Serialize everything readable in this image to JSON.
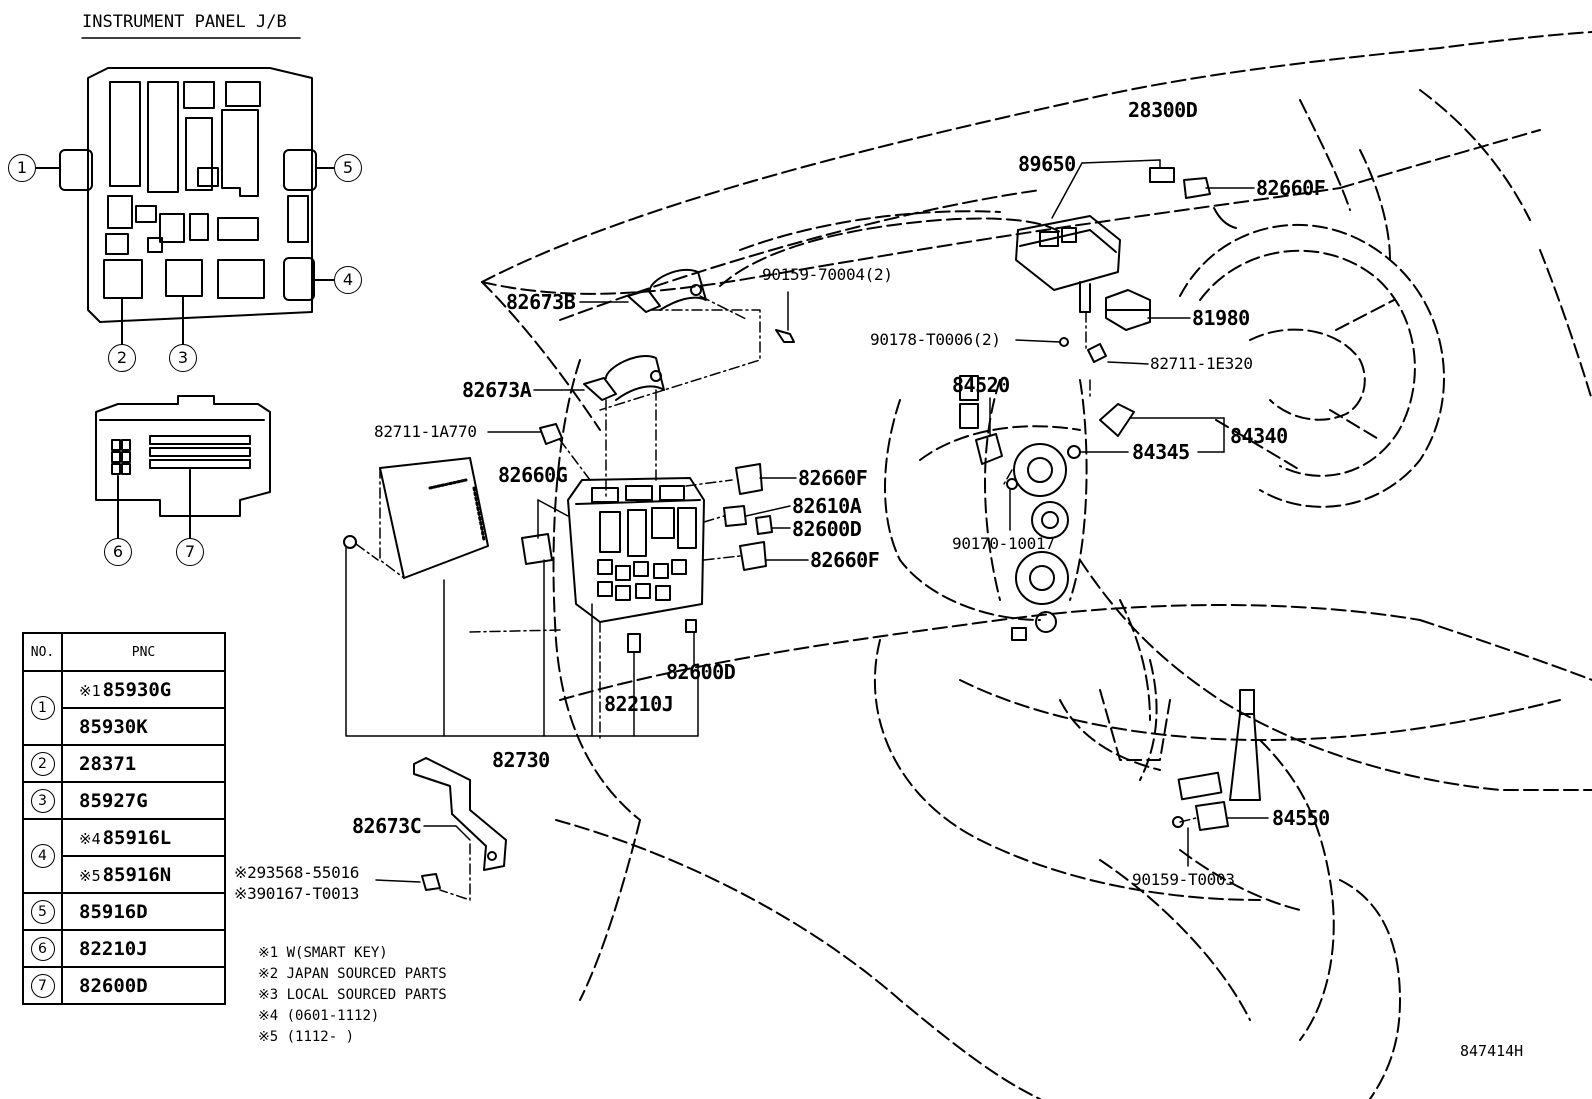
{
  "diagram": {
    "title": "INSTRUMENT PANEL J/B",
    "figure_id": "847414H",
    "jb_callouts": [
      "1",
      "2",
      "3",
      "4",
      "5",
      "6",
      "7"
    ],
    "part_labels": {
      "p28300D": "28300D",
      "p89650": "89650",
      "p82660F_top": "82660F",
      "p90159_70004": "90159-70004(2)",
      "p82673B": "82673B",
      "p81980": "81980",
      "p90178_T0006": "90178-T0006(2)",
      "p82711_1E320": "82711-1E320",
      "p82673A": "82673A",
      "p84520": "84520",
      "p82711_1A770": "82711-1A770",
      "p84340": "84340",
      "p84345": "84345",
      "p82660G": "82660G",
      "p82660F_mid": "82660F",
      "p82610A": "82610A",
      "p82600D_right": "82600D",
      "p82660F_low": "82660F",
      "p90170_10017": "90170-10017",
      "p82600D_low": "82600D",
      "p82210J": "82210J",
      "p82730": "82730",
      "p82673C": "82673C",
      "p84550": "84550",
      "p93568_55016": "93568-55016",
      "p90167_T0013": "90167-T0013",
      "p90159_T0003": "90159-T0003"
    },
    "mark_2": "※2",
    "mark_3": "※3"
  },
  "pnc_table": {
    "header_no": "NO.",
    "header_pnc": "PNC",
    "rows": [
      {
        "no": "1",
        "mark": "※1",
        "pnc": "85930G"
      },
      {
        "no": "",
        "mark": "",
        "pnc": "85930K"
      },
      {
        "no": "2",
        "mark": "",
        "pnc": "28371"
      },
      {
        "no": "3",
        "mark": "",
        "pnc": "85927G"
      },
      {
        "no": "4",
        "mark": "※4",
        "pnc": "85916L"
      },
      {
        "no": "",
        "mark": "※5",
        "pnc": "85916N"
      },
      {
        "no": "5",
        "mark": "",
        "pnc": "85916D"
      },
      {
        "no": "6",
        "mark": "",
        "pnc": "82210J"
      },
      {
        "no": "7",
        "mark": "",
        "pnc": "82600D"
      }
    ]
  },
  "notes": [
    "※1 W(SMART KEY)",
    "※2 JAPAN SOURCED PARTS",
    "※3 LOCAL SOURCED PARTS",
    "※4 (0601-1112)",
    "※5 (1112-     )"
  ]
}
